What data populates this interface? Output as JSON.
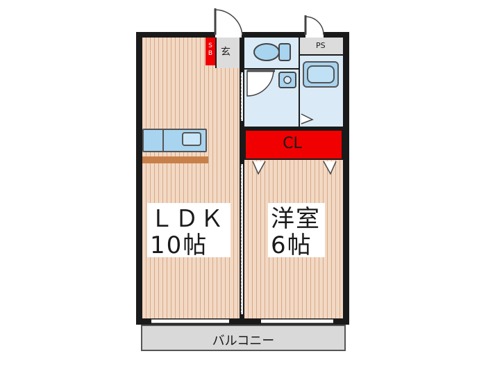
{
  "rooms": {
    "ldk": {
      "name": "ＬＤＫ",
      "size": "10帖"
    },
    "western": {
      "name": "洋室",
      "size": "6帖"
    },
    "closet": {
      "label": "CL"
    },
    "entrance": {
      "label": "玄"
    },
    "shoe_box": {
      "label": "S\nB"
    },
    "pipe_space": {
      "label": "PS"
    },
    "balcony": {
      "label": "バルコニー"
    }
  },
  "colors": {
    "wall": "#1a1a1a",
    "wood_floor": "#f2d9c4",
    "wood_line": "#d7a98a",
    "tile": "#dbeaf7",
    "closet_red": "#f00000",
    "entrance_gray": "#dcdcdc",
    "fixture_blue": "#a9d4f0",
    "counter_orange": "#c8804a"
  }
}
